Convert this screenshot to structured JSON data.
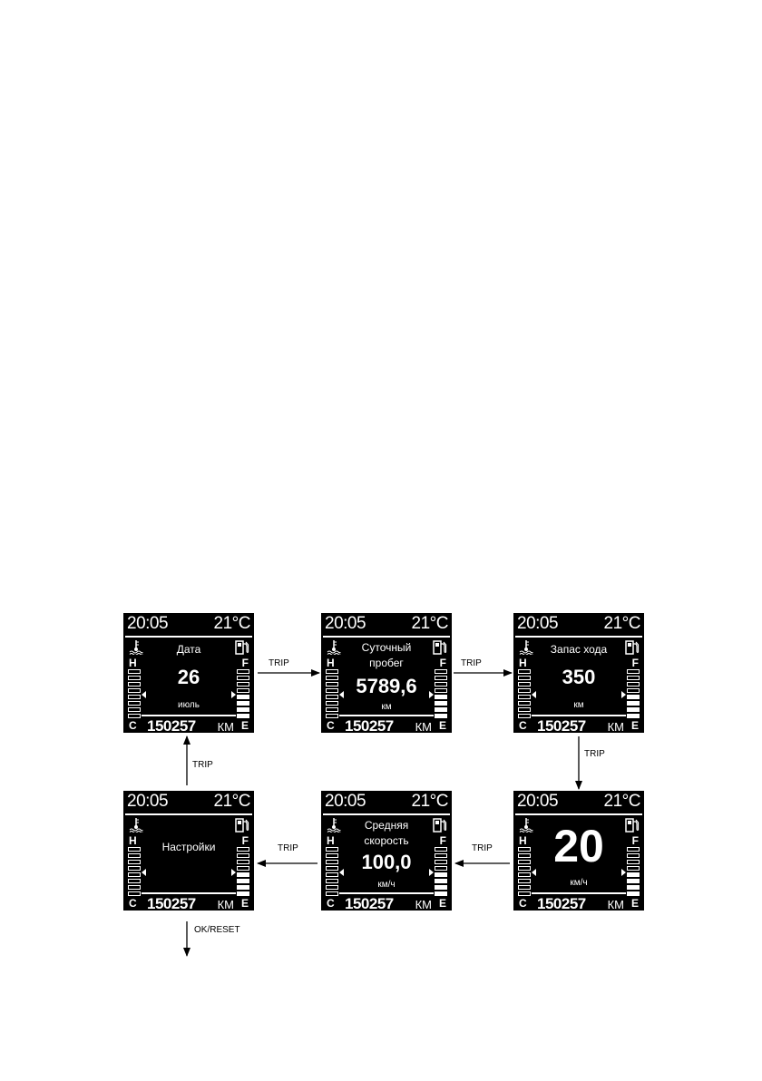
{
  "screens": [
    {
      "time": "20:05",
      "temp": "21°C",
      "label": "Дата",
      "value": "26",
      "unit": "июль",
      "odometer": "150257",
      "odometer_unit": "КМ"
    },
    {
      "time": "20:05",
      "temp": "21°C",
      "label": "Суточный\nпробег",
      "value": "5789,6",
      "unit": "км",
      "odometer": "150257",
      "odometer_unit": "КМ"
    },
    {
      "time": "20:05",
      "temp": "21°C",
      "label": "Запас хода",
      "value": "350",
      "unit": "км",
      "odometer": "150257",
      "odometer_unit": "КМ"
    },
    {
      "time": "20:05",
      "temp": "21°C",
      "label": "",
      "value": "20",
      "unit": "км/ч",
      "odometer": "150257",
      "odometer_unit": "КМ"
    },
    {
      "time": "20:05",
      "temp": "21°C",
      "label": "Средняя\nскорость",
      "value": "100,0",
      "unit": "км/ч",
      "odometer": "150257",
      "odometer_unit": "КМ"
    },
    {
      "time": "20:05",
      "temp": "21°C",
      "label": "Настройки",
      "value": "",
      "unit": "",
      "odometer": "150257",
      "odometer_unit": "КМ"
    }
  ],
  "gauges": {
    "left_top": "H",
    "left_bottom": "C",
    "right_top": "F",
    "right_bottom": "E",
    "coolant_icon": "coolant-temperature-icon",
    "fuel_icon": "fuel-pump-icon",
    "coolant_level_bars": 0,
    "fuel_level_bars": 4,
    "bar_count": 8
  },
  "arrows": {
    "trip": "TRIP",
    "ok_reset": "OK/RESET"
  },
  "colors": {
    "screen_bg": "#000000",
    "screen_fg": "#ffffff",
    "page_bg": "#ffffff"
  }
}
